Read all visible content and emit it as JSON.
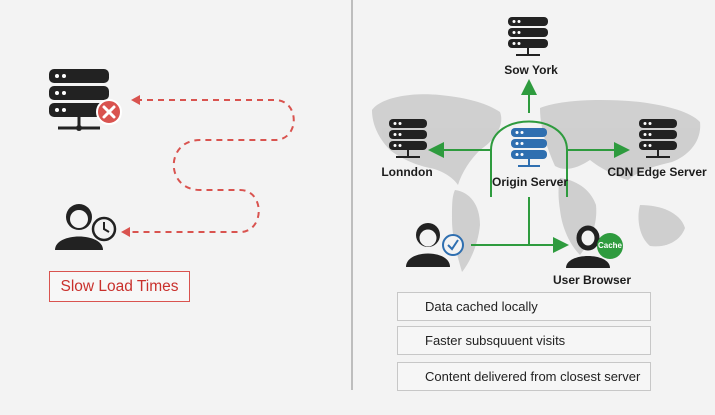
{
  "left_panel": {
    "problem_label": "Slow Load Times"
  },
  "right_panel": {
    "nodes": {
      "top": "Sow York",
      "left": "Lonndon",
      "center": "Origin Server",
      "right": "CDN Edge Server",
      "user": "User Browser",
      "cache_badge": "Cache"
    },
    "features": [
      "Data cached locally",
      "Faster subsquuent visits",
      "Content delivered from closest server"
    ]
  },
  "colors": {
    "error_red": "#d9534f",
    "success_green": "#2e9b3e",
    "server_blue": "#2f6fb0",
    "dark_icon": "#222222"
  }
}
